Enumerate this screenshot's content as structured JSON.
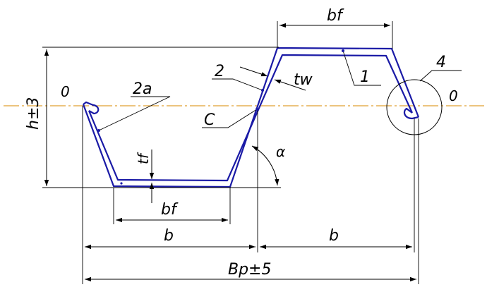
{
  "labels": {
    "bf_top": "bf",
    "bf_bottom": "bf",
    "tw": "tw",
    "tf": "tf",
    "h": "h±3",
    "b_left": "b",
    "b_right": "b",
    "bp": "Bp±5",
    "callout_1": "1",
    "callout_2": "2",
    "callout_2a": "2a",
    "callout_4": "4",
    "callout_c": "C",
    "alpha": "α",
    "axis_left": "0",
    "axis_right": "0"
  },
  "colors": {
    "profile": "#1a1aa6",
    "axis": "#e0a030",
    "lines": "#000000"
  }
}
